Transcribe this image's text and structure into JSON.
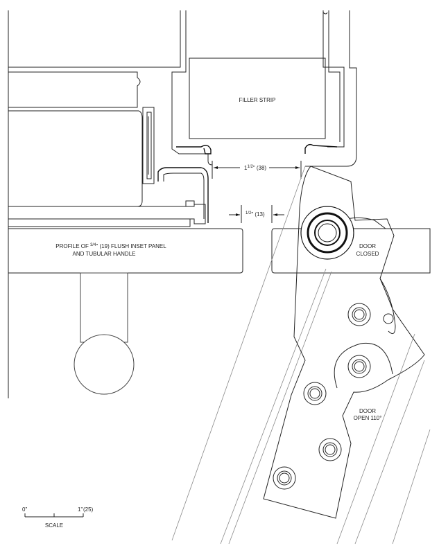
{
  "labels": {
    "filler_strip": "FILLER STRIP",
    "dim_large_whole": "1",
    "dim_large_frac": "1/2",
    "dim_large_tail": "\" (38)",
    "dim_small_frac": "1/2",
    "dim_small_tail": "\" (13)",
    "profile_prefix": "PROFILE OF ",
    "profile_frac": "3/4",
    "profile_suffix": "\" (19) FLUSH INSET PANEL",
    "profile_line2": "AND TUBULAR HANDLE",
    "door_closed_1": "DOOR",
    "door_closed_2": "CLOSED",
    "door_open_1": "DOOR",
    "door_open_2": "OPEN 110°"
  },
  "scale": {
    "zero": "0\"",
    "one": "1\"",
    "one_metric": "(25)",
    "title": "SCALE"
  }
}
